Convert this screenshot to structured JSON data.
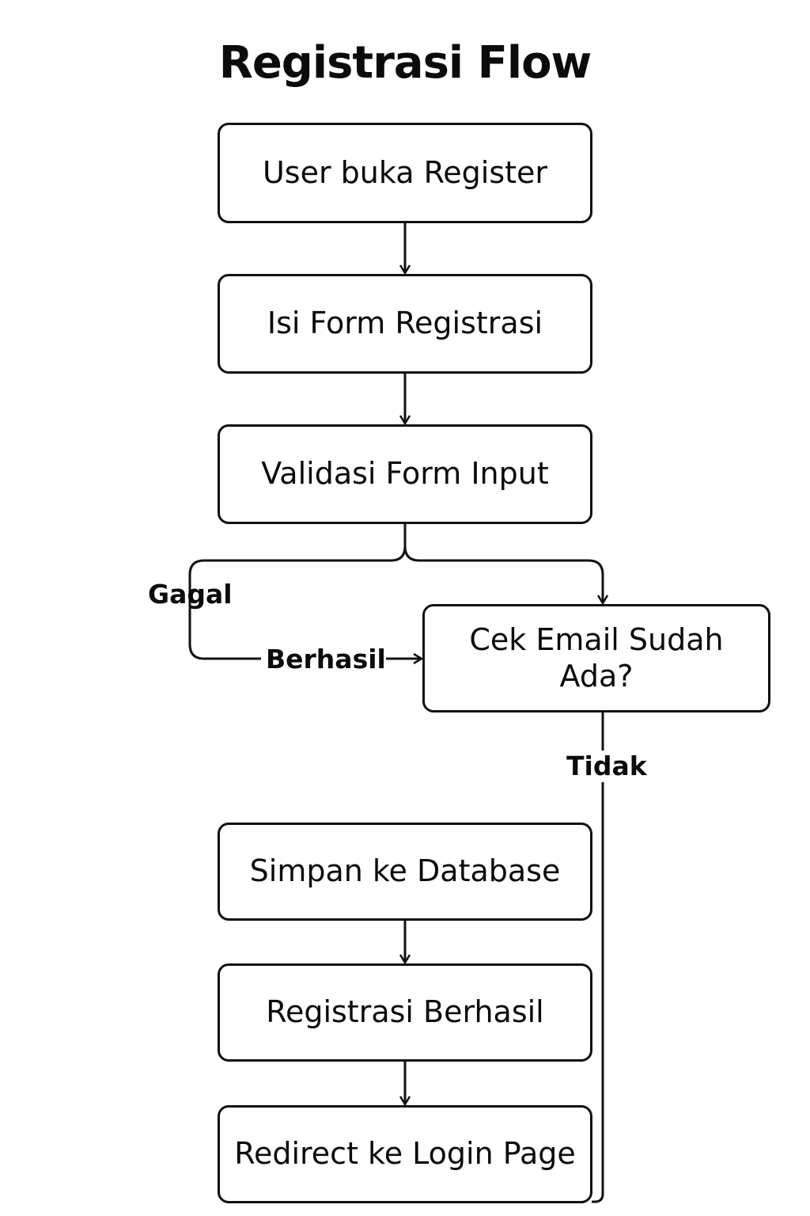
{
  "title": "Registrasi Flow",
  "nodes": {
    "user_buka_register": "User buka Register",
    "isi_form": "Isi Form Registrasi",
    "validasi": "Validasi Form Input",
    "cek_email": "Cek Email Sudah Ada?",
    "simpan_db": "Simpan ke Database",
    "registrasi_berhasil": "Registrasi Berhasil",
    "redirect_login": "Redirect ke Login Page"
  },
  "edge_labels": {
    "gagal": "Gagal",
    "berhasil": "Berhasil",
    "tidak": "Tidak"
  },
  "colors": {
    "stroke": "#111111",
    "background": "#ffffff"
  }
}
